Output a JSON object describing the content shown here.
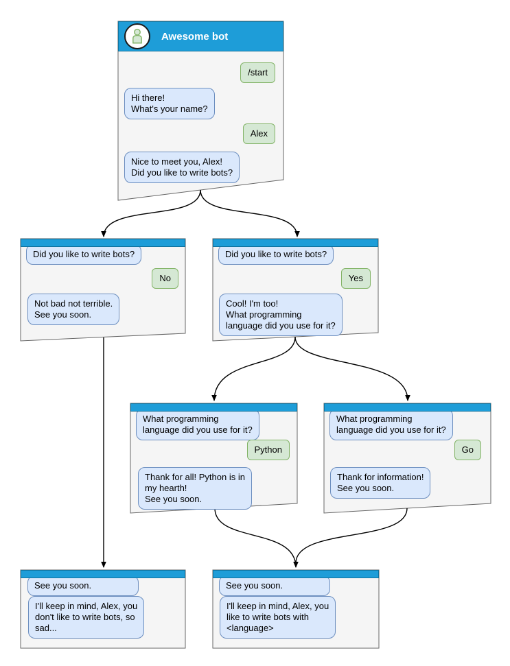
{
  "colors": {
    "header_blue": "#1E9DD8",
    "header_border": "#10739E",
    "window_fill": "#F5F5F5",
    "window_border": "#666666",
    "bot_bubble_fill": "#DAE8FC",
    "bot_bubble_border": "#6C8EBF",
    "user_bubble_fill": "#D5E8D4",
    "user_bubble_border": "#82B366",
    "arrow": "#000000",
    "title_text": "#FFFFFF"
  },
  "windows": {
    "start": {
      "title": "Awesome bot",
      "avatar_icon": "person-icon",
      "messages": {
        "start_command": "/start",
        "greeting": "Hi there!\nWhat's your name?",
        "name_reply": "Alex",
        "meet_question": "Nice to meet you, Alex!\nDid you like to write bots?"
      }
    },
    "branch_no": {
      "messages": {
        "question": "Did you like to write bots?",
        "answer": "No",
        "reply": "Not bad not terrible.\nSee you soon."
      }
    },
    "branch_yes": {
      "messages": {
        "question": "Did you like to write bots?",
        "answer": "Yes",
        "reply": "Cool! I'm too!\nWhat programming\nlanguage did you use for it?"
      }
    },
    "branch_python": {
      "messages": {
        "question": "What programming\nlanguage did you use for it?",
        "answer": "Python",
        "reply": "Thank for all! Python is in\nmy hearth!\nSee you soon."
      }
    },
    "branch_go": {
      "messages": {
        "question": "What programming\nlanguage did you use for it?",
        "answer": "Go",
        "reply": "Thank for information!\nSee you soon."
      }
    },
    "end_no": {
      "messages": {
        "question": "See you soon.",
        "reply": "I'll keep in mind, Alex, you\ndon't like to write bots, so\nsad..."
      }
    },
    "end_yes": {
      "messages": {
        "question": "See you soon.",
        "reply": "I'll keep in mind, Alex, you\nlike to write bots with\n<language>"
      }
    }
  },
  "edges": [
    {
      "from": "start",
      "to": "branch_no"
    },
    {
      "from": "start",
      "to": "branch_yes"
    },
    {
      "from": "branch_yes",
      "to": "branch_python"
    },
    {
      "from": "branch_yes",
      "to": "branch_go"
    },
    {
      "from": "branch_no",
      "to": "end_no"
    },
    {
      "from": "branch_python",
      "to": "end_yes"
    },
    {
      "from": "branch_go",
      "to": "end_yes"
    }
  ]
}
